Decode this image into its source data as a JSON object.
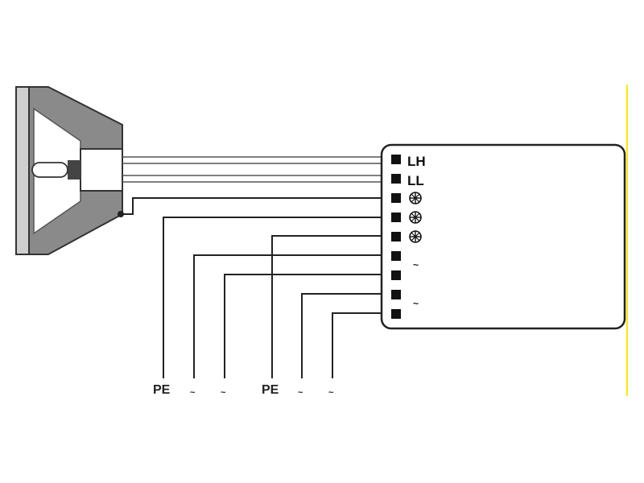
{
  "diagram": {
    "colors": {
      "line": "#222222",
      "wire_double": "#555555",
      "housing": "#8a8a8a",
      "housing_light": "#cfcfcf",
      "terminal": "#111111",
      "edge_yellow": "#ffe800"
    },
    "terminal_labels": {
      "lh": "LH",
      "ll": "LL",
      "t3_icon": "earth-icon",
      "t4_icon": "earth-icon",
      "t5_icon": "earth-icon",
      "t6": "",
      "t7": "~",
      "t8": "",
      "t9": "~"
    },
    "bottom_labels": {
      "pe1": "PE",
      "n1": "~",
      "n2": "~",
      "pe2": "PE",
      "n3": "~",
      "n4": "~"
    }
  }
}
